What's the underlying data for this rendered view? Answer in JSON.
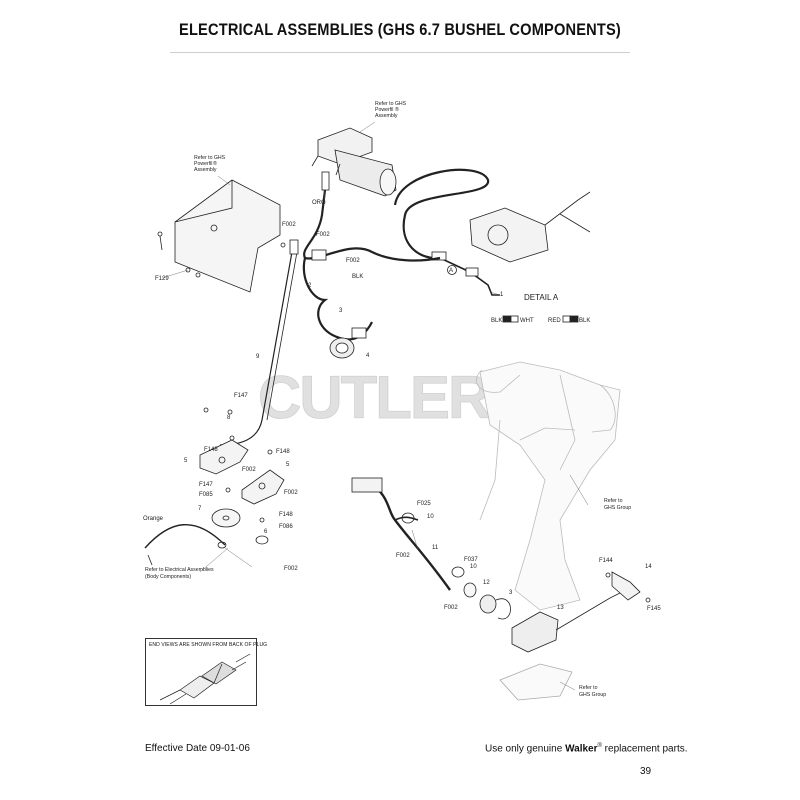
{
  "title": "ELECTRICAL ASSEMBLIES (GHS 6.7 BUSHEL COMPONENTS)",
  "watermark": "CUTLER'S",
  "footer": {
    "effective_date": "Effective Date 09-01-06",
    "tagline_prefix": "Use only genuine ",
    "brand": "Walker",
    "registered_mark": "®",
    "tagline_suffix": " replacement parts.",
    "page_number": "39"
  },
  "note_box": {
    "text": "END VIEWS ARE SHOWN FROM BACK OF PLUG"
  },
  "callouts": {
    "refer_powerfil_top_l1": "Refer to GHS",
    "refer_powerfil_top_l2": "Powerfil",
    "refer_powerfil_top_l3": "Assembly",
    "refer_powerfil_left_l1": "Refer to GHS",
    "refer_powerfil_left_l2": "Powerfil",
    "refer_powerfil_left_l3": "Assembly",
    "registered": "®",
    "refer_ghs_group_mid_l1": "Refer to",
    "refer_ghs_group_mid_l2": "GHS Group",
    "refer_ghs_group_bottom_l1": "Refer to",
    "refer_ghs_group_bottom_l2": "GHS Group",
    "refer_electrical_l1": "Refer to Electrical  Assemblies",
    "refer_electrical_l2": "(Body Components)",
    "detail_a": "DETAIL A",
    "detail_marker": "A",
    "wire_blk": "BLK",
    "wire_wht": "WHT",
    "wire_red": "RED",
    "wire_blk2": "BLK",
    "wire_org": "ORG",
    "wire_blk3": "BLK",
    "orange": "Orange",
    "p1": "1",
    "p2": "2",
    "p3": "3",
    "p4": "4",
    "p5a": "5",
    "p5b": "5",
    "p6": "6",
    "p7": "7",
    "p8": "8",
    "p9": "9",
    "p10a": "10",
    "p10b": "10",
    "p11": "11",
    "p12": "12",
    "p3b": "3",
    "p13": "13",
    "p14": "14",
    "f002_a": "F002",
    "f002_b": "F002",
    "f002_c": "F002",
    "f002_d": "F002",
    "f002_e": "F002",
    "f002_f": "F002",
    "f002_g": "F002",
    "f002_h": "F002",
    "f129": "F129",
    "f147_a": "F147",
    "f147_b": "F147",
    "f148_a": "F148",
    "f148_b": "F148",
    "f148_c": "F148",
    "f085": "F085",
    "f086": "F086",
    "f025": "F025",
    "f037": "F037",
    "f144": "F144",
    "f145": "F145"
  }
}
